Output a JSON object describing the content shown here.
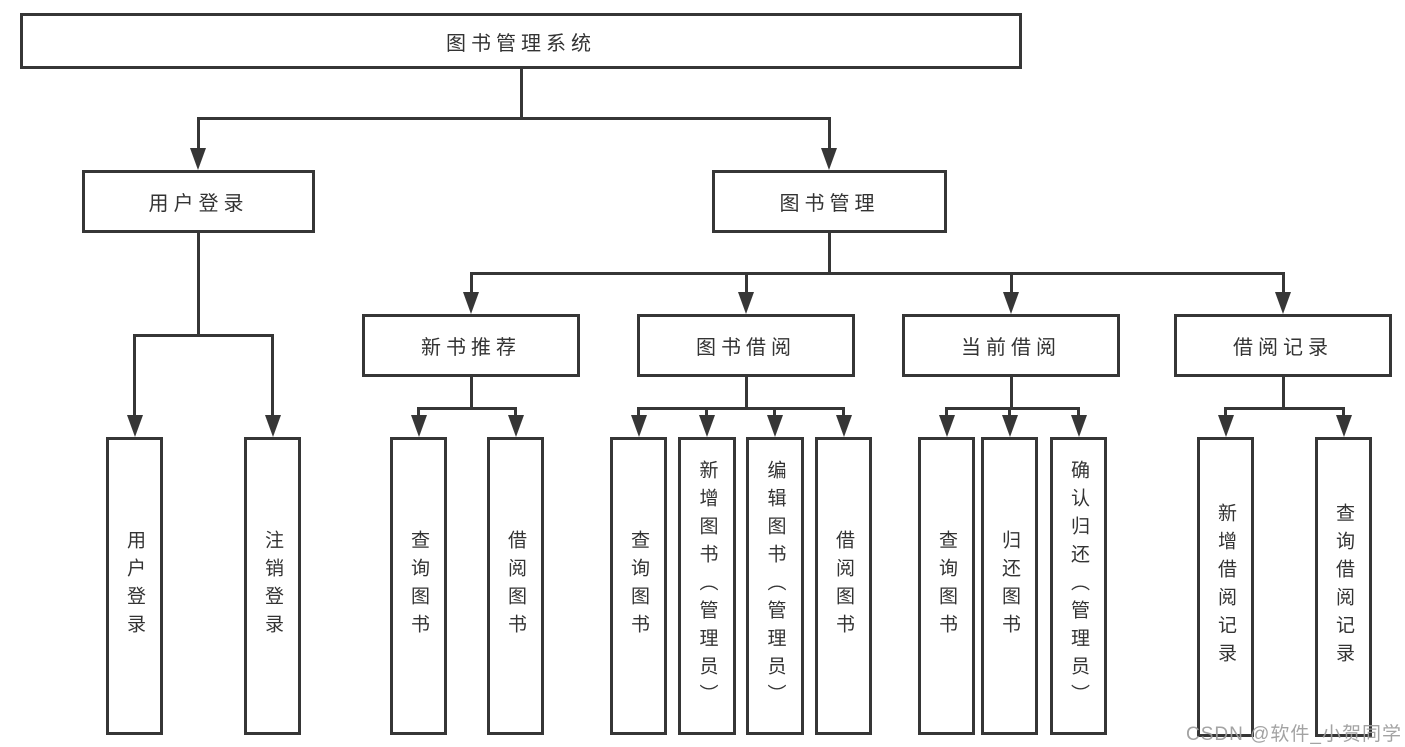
{
  "diagram": {
    "root": {
      "label": "图书管理系统"
    },
    "level2": [
      {
        "label": "用户登录"
      },
      {
        "label": "图书管理"
      }
    ],
    "level3": [
      {
        "label": "新书推荐"
      },
      {
        "label": "图书借阅"
      },
      {
        "label": "当前借阅"
      },
      {
        "label": "借阅记录"
      }
    ],
    "level4": [
      {
        "label": "用户登录"
      },
      {
        "label": "注销登录"
      },
      {
        "label": "查询图书"
      },
      {
        "label": "借阅图书"
      },
      {
        "label": "查询图书"
      },
      {
        "label": "新增图书（管理员）"
      },
      {
        "label": "编辑图书（管理员）"
      },
      {
        "label": "借阅图书"
      },
      {
        "label": "查询图书"
      },
      {
        "label": "归还图书"
      },
      {
        "label": "确认归还（管理员）"
      },
      {
        "label": "新增借阅记录"
      },
      {
        "label": "查询借阅记录"
      }
    ],
    "watermark": "CSDN @软件_小贺同学",
    "colors": {
      "line": "#363636",
      "text": "#333333",
      "watermark": "#9e9e9e"
    }
  }
}
